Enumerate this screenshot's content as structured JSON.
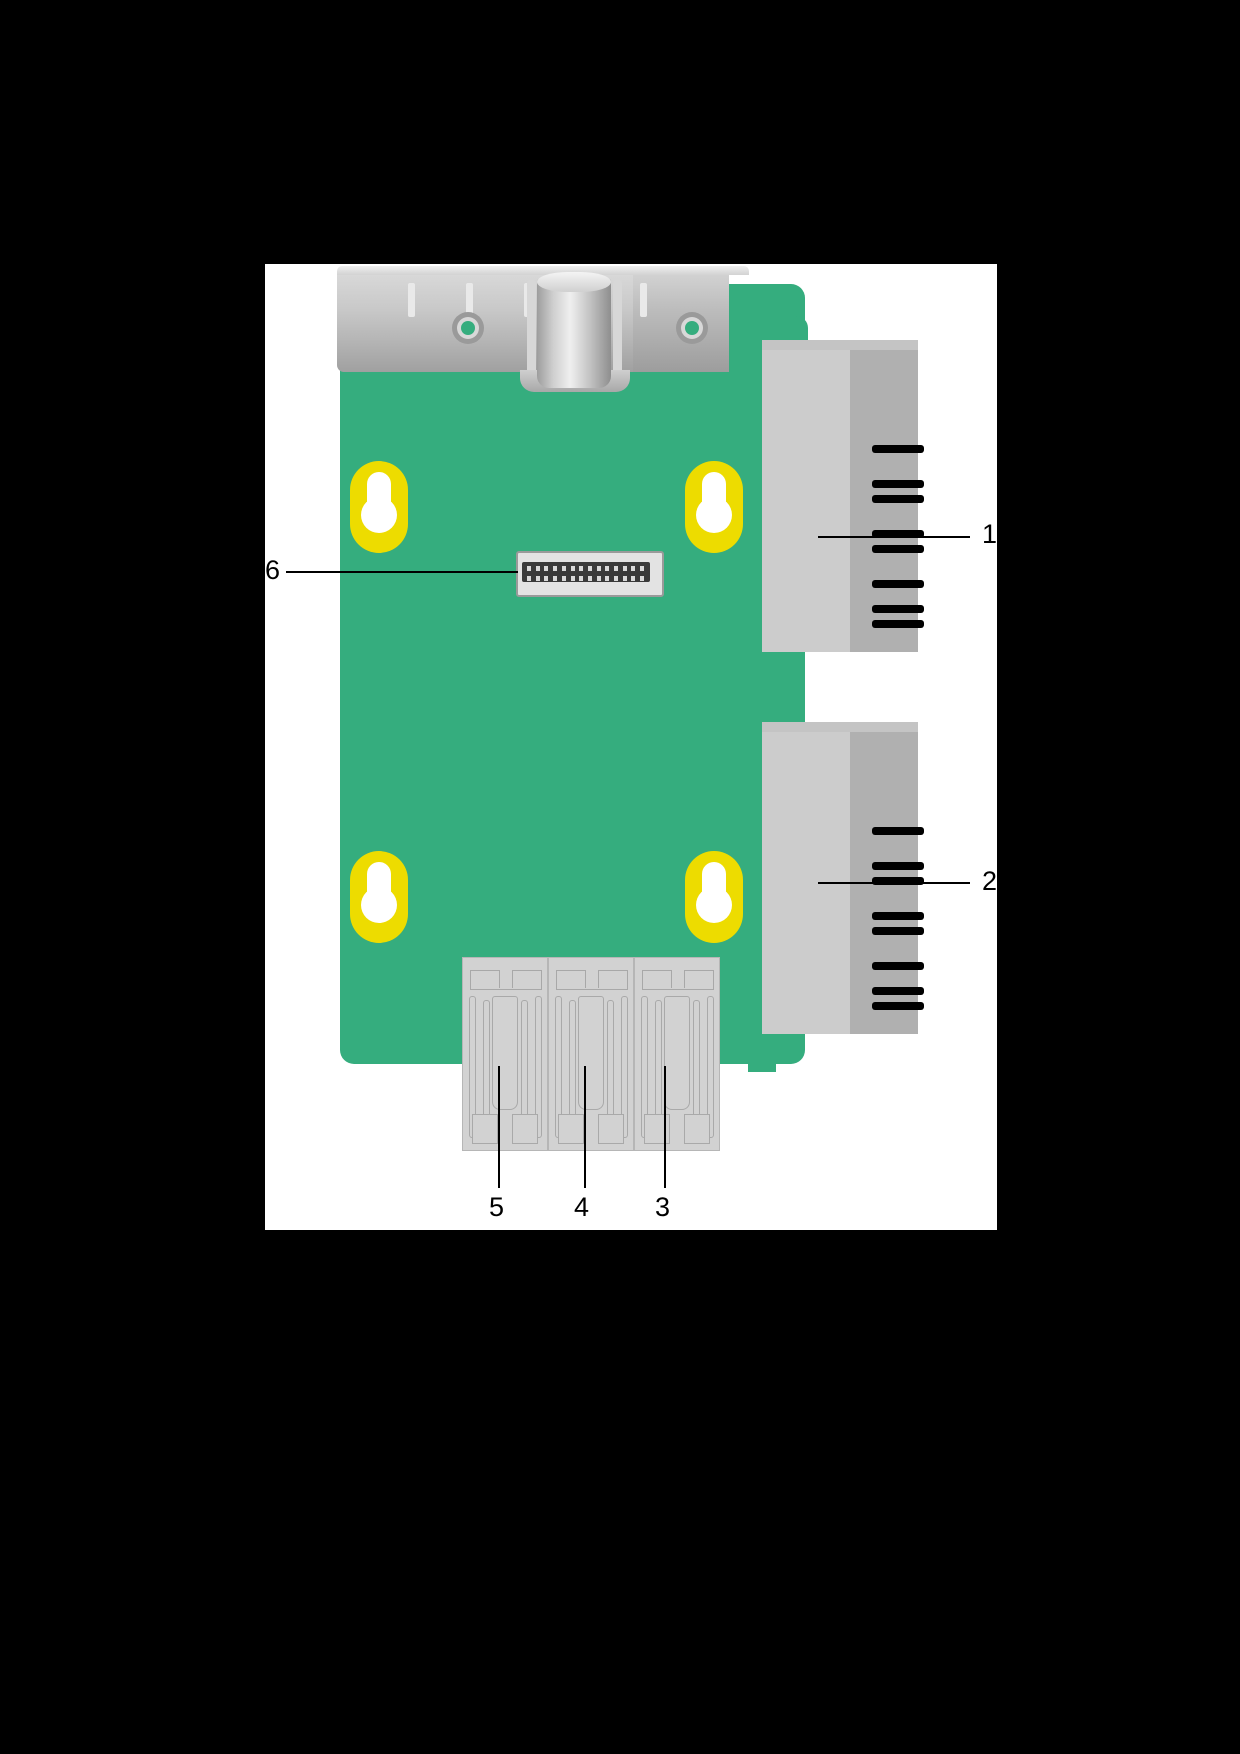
{
  "figure": {
    "type": "technical-line-drawing",
    "subject": "network interface card / riser board rear view",
    "background_color": "#000000",
    "panel_color": "#ffffff",
    "pcb_color": "#35ad7e",
    "pad_color": "#eddc00",
    "metal_color": "#c9c9c9",
    "pin_color": "#000000"
  },
  "callouts": [
    {
      "number": "1",
      "target": "upper-edge-connector"
    },
    {
      "number": "2",
      "target": "lower-edge-connector"
    },
    {
      "number": "3",
      "target": "sfp-cage-right"
    },
    {
      "number": "4",
      "target": "sfp-cage-middle"
    },
    {
      "number": "5",
      "target": "sfp-cage-left"
    },
    {
      "number": "6",
      "target": "idc-header-connector"
    }
  ],
  "components": {
    "bracket": "mounting-bracket",
    "post": "retention-post",
    "screws": [
      "bracket-screw-left",
      "bracket-screw-right"
    ],
    "standoff_pads": [
      "pad-top-left",
      "pad-top-right",
      "pad-bottom-left",
      "pad-bottom-right"
    ],
    "connector_1": "upper-edge-connector",
    "connector_2": "lower-edge-connector",
    "header_6": "idc-header-connector",
    "cage_5": "sfp-cage-left",
    "cage_4": "sfp-cage-middle",
    "cage_3": "sfp-cage-right"
  }
}
